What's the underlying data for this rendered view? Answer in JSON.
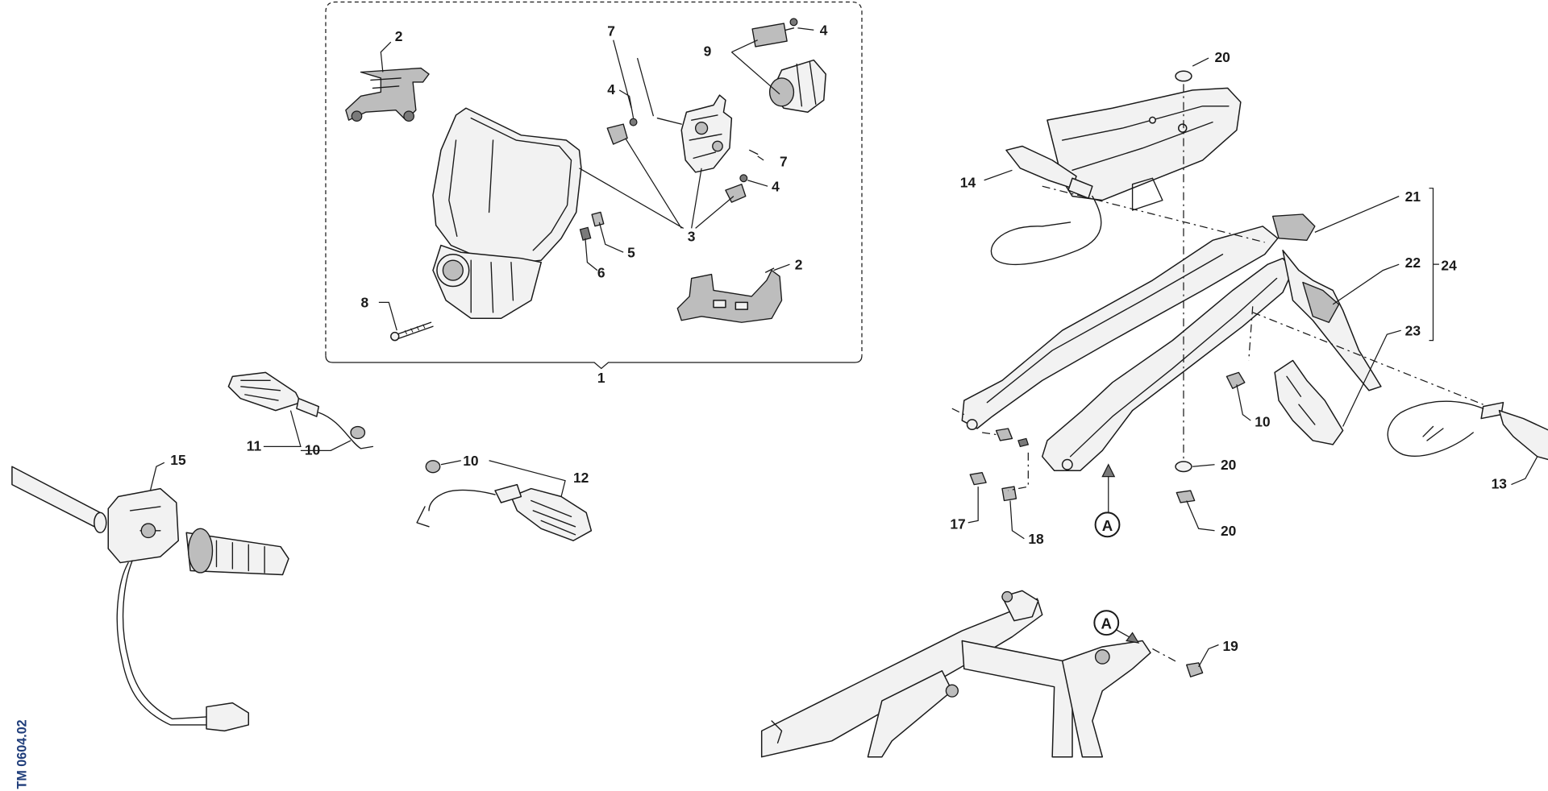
{
  "document_ref": "TM 0604.02",
  "ref_color": "#1f3d7a",
  "group_mark": "A",
  "callouts": {
    "c1": "1",
    "c2a": "2",
    "c2b": "2",
    "c3": "3",
    "c4a": "4",
    "c4b": "4",
    "c4c": "4",
    "c5": "5",
    "c6": "6",
    "c7a": "7",
    "c7b": "7",
    "c8": "8",
    "c9": "9",
    "c10a": "10",
    "c10b": "10",
    "c10c": "10",
    "c11": "11",
    "c12": "12",
    "c13": "13",
    "c14": "14",
    "c15": "15",
    "c17": "17",
    "c18": "18",
    "c19": "19",
    "c20a": "20",
    "c20b": "20",
    "c20c": "20",
    "c21": "21",
    "c22": "22",
    "c23": "23",
    "c24": "24"
  }
}
